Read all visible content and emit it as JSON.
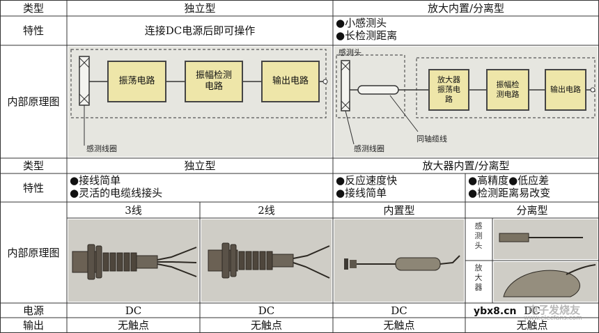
{
  "section1": {
    "header": {
      "type_label": "类型",
      "standalone": "独立型",
      "amp_builtin": "放大内置/分离型"
    },
    "feature_label": "特性",
    "standalone_feature": "连接DC电源后即可操作",
    "amp_features": [
      "●小感测头",
      "●长检测距离"
    ],
    "principle_label": "内部原理图",
    "diagram_left": {
      "osc": "振荡电路",
      "detect": "振幅检测电路",
      "output": "输出电路",
      "coil": "感测线圈"
    },
    "diagram_right": {
      "head": "感测头",
      "amp_osc": "放大器振荡电路",
      "detect": "振幅检测电路",
      "output": "输出电路",
      "coil": "感测线圈",
      "cable": "同轴缆线"
    }
  },
  "section2": {
    "header": {
      "type_label": "类型",
      "standalone": "独立型",
      "amp_builtin": "放大器内置/分离型"
    },
    "feature_label": "特性",
    "standalone_features": [
      "●接线简单",
      "●灵活的电缆线接头"
    ],
    "builtin_features": [
      "●反应速度快",
      "●接线简单"
    ],
    "separate_features": [
      "●高精度●低应差",
      "●检测距离易改变"
    ],
    "principle_label": "内部原理图",
    "sub_headers": [
      "3线",
      "2线",
      "内置型",
      "分离型"
    ],
    "separate_labels": {
      "head": "感测头",
      "amp": "放大器"
    },
    "power_label": "电源",
    "power_values": [
      "DC",
      "DC",
      "DC",
      "DC"
    ],
    "output_label": "输出",
    "output_values": [
      "无触点",
      "无触点",
      "无触点",
      "无触点"
    ]
  },
  "watermark": {
    "site": "ybx8.cn",
    "brand": "电子发烧友",
    "brand_url": "www.elecfans.com"
  }
}
